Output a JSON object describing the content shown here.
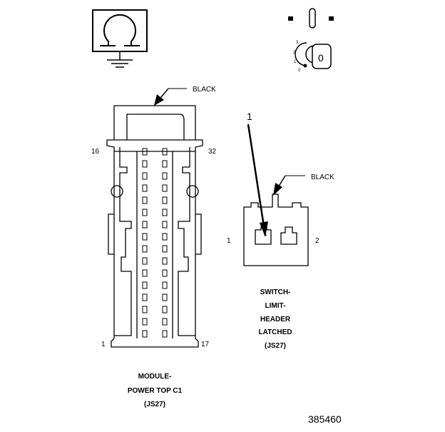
{
  "ohmmeter_icon": "ohm-meter-icon",
  "ignition_key_icon": "ignition-key-icon",
  "ignition": {
    "key_letter": "0",
    "positions": [
      "3",
      "2",
      "1",
      "0"
    ]
  },
  "module_connector": {
    "color_label": "BLACK",
    "pin_top_left": "16",
    "pin_top_right": "32",
    "pin_bottom_left": "1",
    "pin_bottom_right": "17",
    "caption_line1": "MODULE-",
    "caption_line2": "POWER TOP C1",
    "caption_line3": "(JS27)"
  },
  "switch_connector": {
    "callout": "1",
    "color_label": "BLACK",
    "pin_left": "1",
    "pin_right": "2",
    "pin_inner": "1",
    "caption_line1": "SWITCH-",
    "caption_line2": "LIMIT-",
    "caption_line3": "HEADER",
    "caption_line4": "LATCHED",
    "caption_line5": "(JS27)"
  },
  "figure_number": "385460"
}
